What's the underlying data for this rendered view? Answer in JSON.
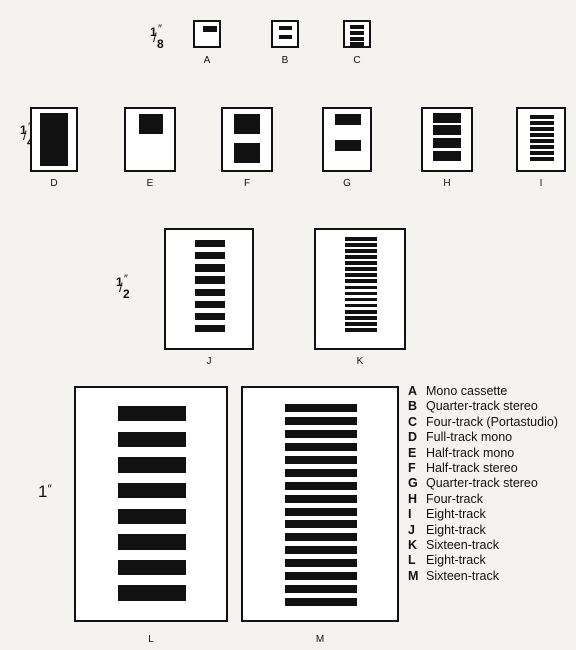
{
  "size_labels": {
    "eighth": {
      "numerator": "1",
      "denominator": "8",
      "unit": "″"
    },
    "quarter": {
      "numerator": "1",
      "denominator": "4",
      "unit": "″"
    },
    "half": {
      "numerator": "1",
      "denominator": "2",
      "unit": "″"
    },
    "one": {
      "value": "1",
      "unit": "″"
    }
  },
  "formats": [
    {
      "letter": "A",
      "tracks": 1
    },
    {
      "letter": "B",
      "tracks": 2
    },
    {
      "letter": "C",
      "tracks": 4
    },
    {
      "letter": "D",
      "tracks": 1
    },
    {
      "letter": "E",
      "tracks": 1
    },
    {
      "letter": "F",
      "tracks": 2
    },
    {
      "letter": "G",
      "tracks": 2
    },
    {
      "letter": "H",
      "tracks": 4
    },
    {
      "letter": "I",
      "tracks": 8
    },
    {
      "letter": "J",
      "tracks": 8
    },
    {
      "letter": "K",
      "tracks": 16
    },
    {
      "letter": "L",
      "tracks": 8
    },
    {
      "letter": "M",
      "tracks": 16
    }
  ],
  "legend": [
    {
      "key": "A",
      "text": "Mono cassette"
    },
    {
      "key": "B",
      "text": "Quarter-track stereo"
    },
    {
      "key": "C",
      "text": "Four-track (Portastudio)"
    },
    {
      "key": "D",
      "text": "Full-track mono"
    },
    {
      "key": "E",
      "text": "Half-track mono"
    },
    {
      "key": "F",
      "text": "Half-track stereo"
    },
    {
      "key": "G",
      "text": "Quarter-track stereo"
    },
    {
      "key": "H",
      "text": "Four-track"
    },
    {
      "key": "I",
      "text": "Eight-track"
    },
    {
      "key": "J",
      "text": "Eight-track"
    },
    {
      "key": "K",
      "text": "Sixteen-track"
    },
    {
      "key": "L",
      "text": "Eight-track"
    },
    {
      "key": "M",
      "text": "Sixteen-track"
    }
  ]
}
